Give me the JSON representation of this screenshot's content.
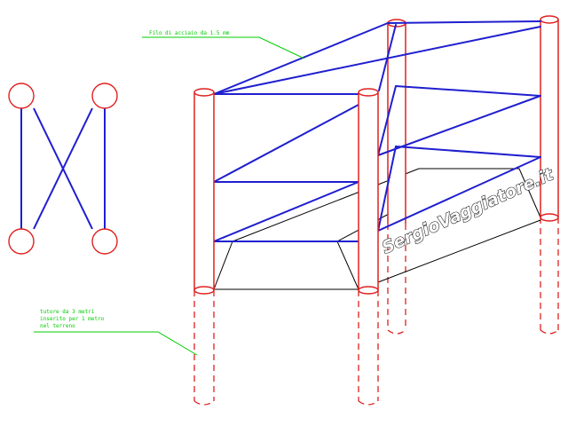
{
  "annotations": {
    "wire_label": "Filo di acciaio da 1.5 mm",
    "stake_label_lines": [
      "tutore da 3 metri",
      "inserito per 1 metro",
      "nel terreno"
    ]
  },
  "watermark": {
    "text": "SergioVaggiatore.it"
  },
  "colors": {
    "wire": "#1f1fd0",
    "post": "#e02020",
    "annotation": "#00cc00",
    "outline": "#000000",
    "background": "#ffffff"
  }
}
